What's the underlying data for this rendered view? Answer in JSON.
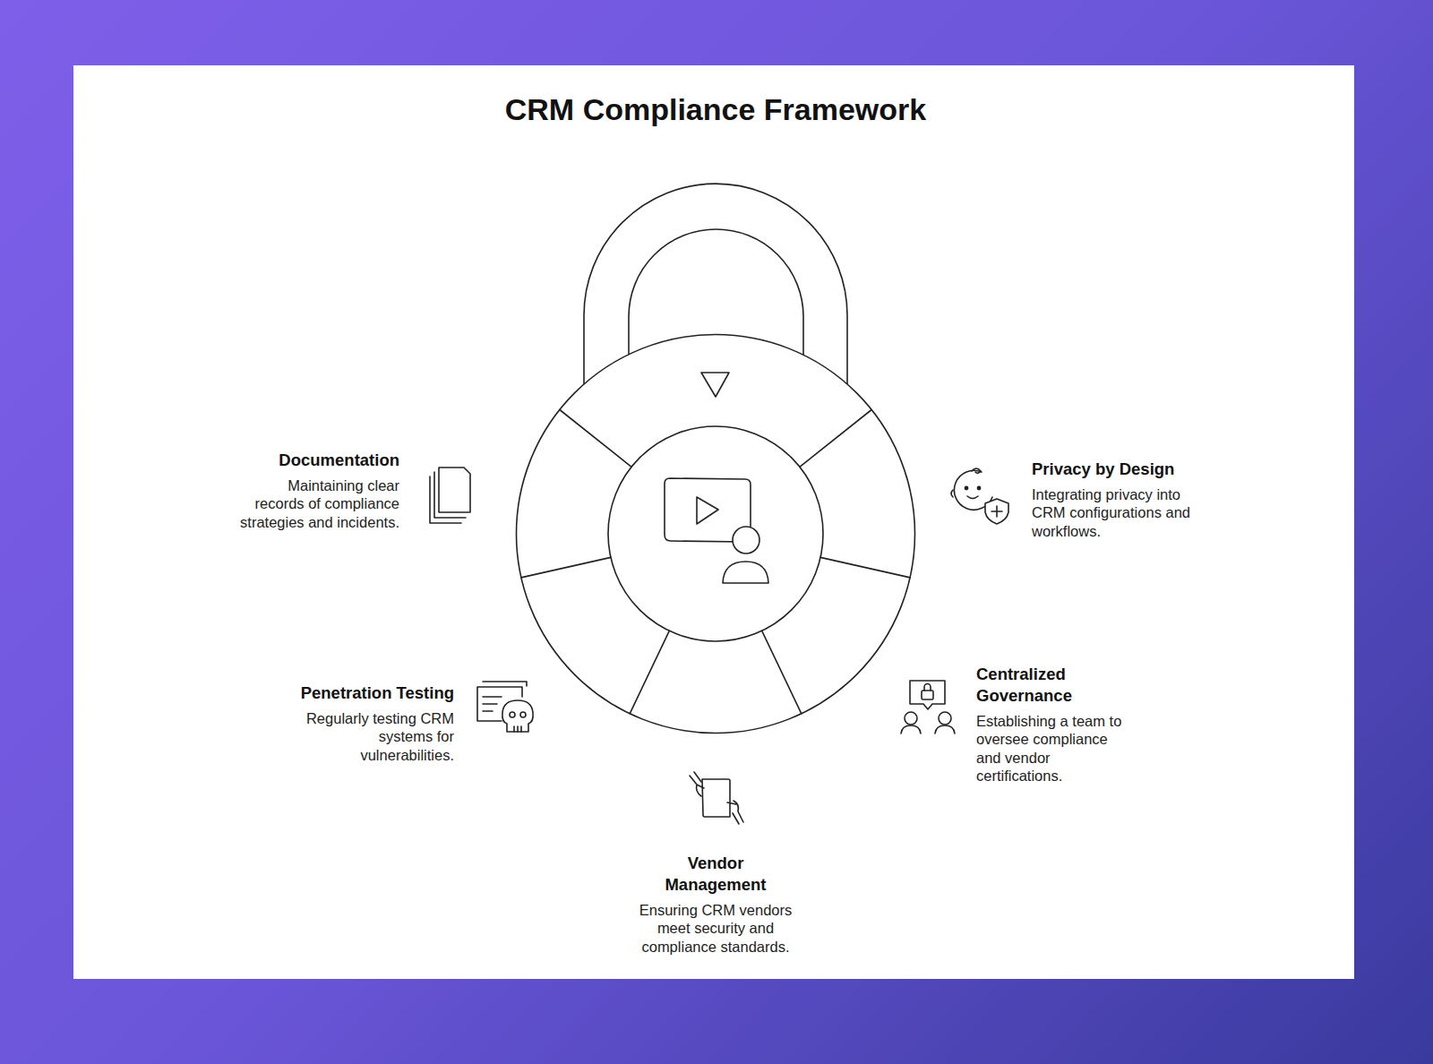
{
  "diagram": {
    "title": "CRM Compliance Framework",
    "nodes": [
      {
        "text": [
          "Documentation",
          "Maintaining clear records of compliance strategies and incidents."
        ]
      },
      {
        "text": [
          "Privacy by Design",
          "Integrating privacy into CRM configurations and workflows."
        ]
      },
      {
        "text": [
          "Penetration Testing",
          "Regularly testing CRM systems for vulnerabilities."
        ]
      },
      {
        "text": [
          "Centralized Governance",
          "Establishing a team to oversee compliance and vendor certifications."
        ]
      },
      {
        "text": [
          "Vendor Management",
          "Ensuring CRM vendors meet security and compliance standards."
        ]
      }
    ]
  }
}
